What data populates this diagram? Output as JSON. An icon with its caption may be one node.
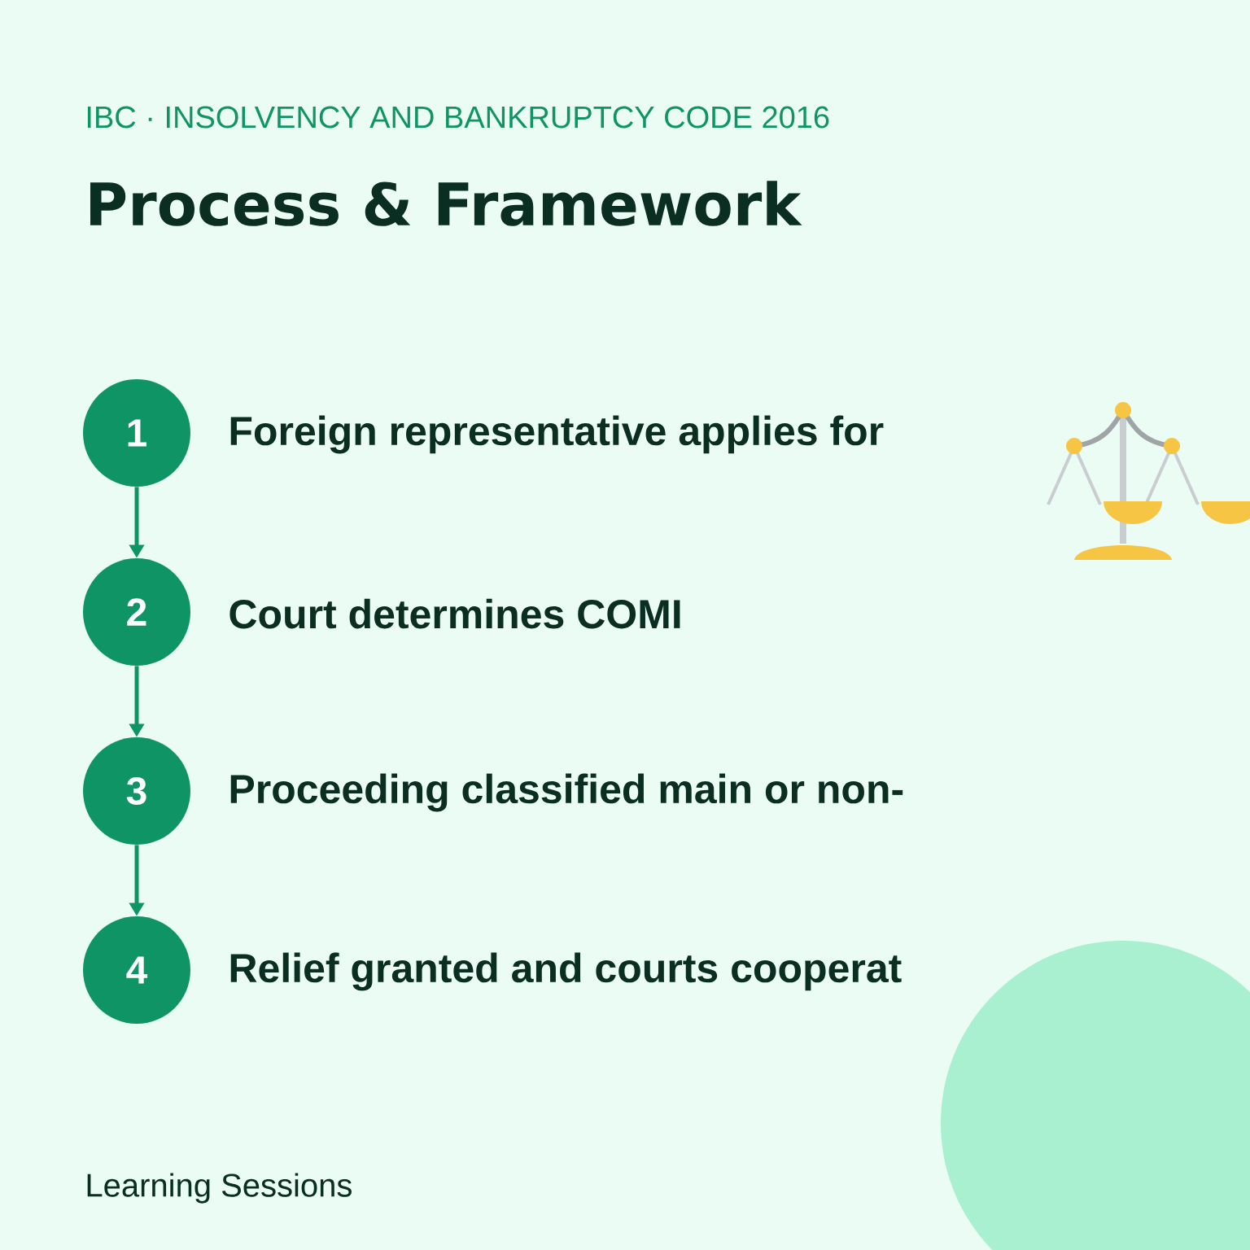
{
  "diagram": {
    "title": "Process & Framework",
    "nodes": [
      {
        "text": [
          "1"
        ],
        "beside": [
          "Foreign representative applies for"
        ]
      },
      {
        "text": [
          "2"
        ],
        "beside": [
          "Court determines COMI"
        ]
      },
      {
        "text": [
          "3"
        ],
        "beside": [
          "Proceeding classified main or non-"
        ]
      },
      {
        "text": [
          "4"
        ],
        "beside": [
          "Relief granted and courts cooperat"
        ]
      }
    ],
    "edges": [
      {
        "from": 0,
        "to": 1,
        "arrow": "to"
      },
      {
        "from": 1,
        "to": 2,
        "arrow": "to"
      },
      {
        "from": 2,
        "to": 3,
        "arrow": "to"
      }
    ],
    "labels": [
      "IBC · INSOLVENCY AND BANKRUPTCY CODE 2016",
      "Learning Sessions"
    ]
  }
}
